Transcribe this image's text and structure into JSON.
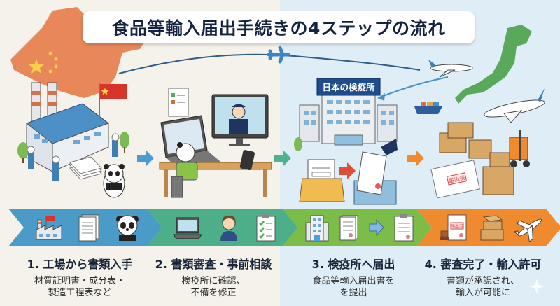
{
  "title": "食品等輸入届出手続きの4ステップの流れ",
  "colors": {
    "bg_left": "#f4f2ea",
    "bg_right": "#dfeef6",
    "step1": "#4b9bc9",
    "step2": "#4caf8a",
    "step3": "#7cbd4a",
    "step4": "#ef8a2e",
    "title_text": "#14233f"
  },
  "scene": {
    "quarantine_office_sign": "日本の検疫所",
    "stamp_label": "届出済",
    "flight_icon": "airplane-icon"
  },
  "steps": [
    {
      "number": "1.",
      "title": "工場から書類入手",
      "desc_line1": "材質証明書・成分表・",
      "desc_line2": "製造工程表など",
      "icons": [
        "factory-icon",
        "documents-icon",
        "panda-icon"
      ]
    },
    {
      "number": "2.",
      "title": "書類審査・事前相談",
      "desc_line1": "検疫所に確認、",
      "desc_line2": "不備を修正",
      "icons": [
        "laptop-icon",
        "officer-icon",
        "checklist-icon"
      ]
    },
    {
      "number": "3.",
      "title": "検疫所へ届出",
      "desc_line1": "食品等輸入届出書を",
      "desc_line2": "を提出",
      "icons": [
        "building-icon",
        "document-icon",
        "arrow-right-icon",
        "clipboard-icon"
      ]
    },
    {
      "number": "4.",
      "title": "審査完了・輸入許可",
      "desc_line1": "書類が承認され、",
      "desc_line2": "輸入が可能に",
      "icons": [
        "approved-document-icon",
        "boxes-icon",
        "airplane-icon"
      ],
      "stamp_label": "届出済"
    }
  ]
}
